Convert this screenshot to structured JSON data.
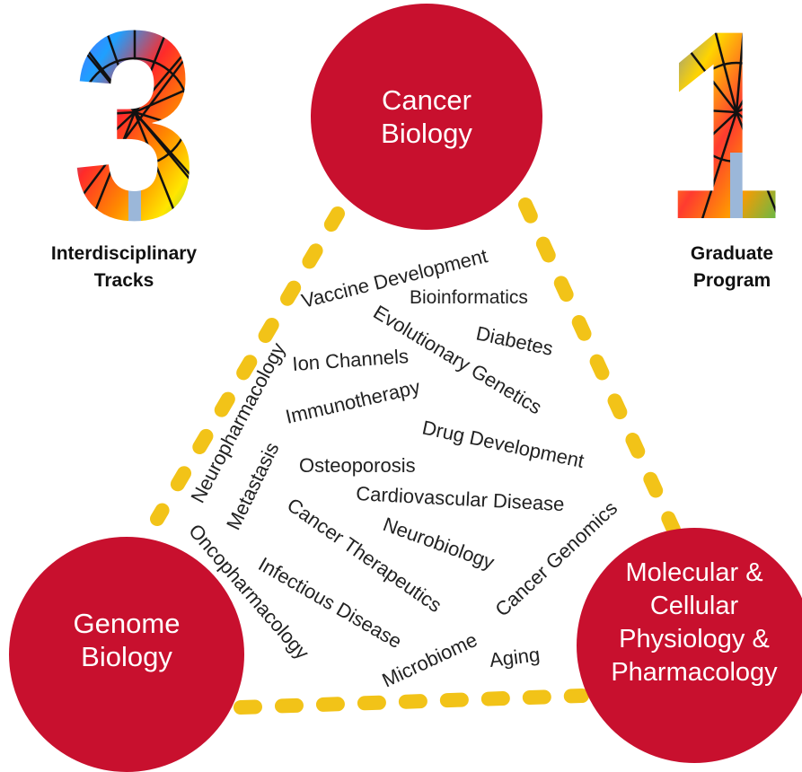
{
  "colors": {
    "track_circle": "#c8102e",
    "dash_line": "#f2c318",
    "topic_text": "#222222"
  },
  "header": {
    "left_number": "3",
    "left_label_line1": "Interdisciplinary",
    "left_label_line2": "Tracks",
    "right_number": "1",
    "right_label_line1": "Graduate",
    "right_label_line2": "Program"
  },
  "tracks": {
    "top": [
      "Cancer",
      "Biology"
    ],
    "bottom_left": [
      "Genome",
      "Biology"
    ],
    "bottom_right": [
      "Molecular &",
      "Cellular",
      "Physiology &",
      "Pharmacology"
    ]
  },
  "topics": [
    "Vaccine Development",
    "Bioinformatics",
    "Diabetes",
    "Evolutionary Genetics",
    "Neuropharmacology",
    "Ion Channels",
    "Immunotherapy",
    "Metastasis",
    "Drug Development",
    "Osteoporosis",
    "Cardiovascular Disease",
    "Cancer Genomics",
    "Neurobiology",
    "Cancer Therapeutics",
    "Oncopharmacology",
    "Infectious Disease",
    "Microbiome",
    "Aging"
  ]
}
